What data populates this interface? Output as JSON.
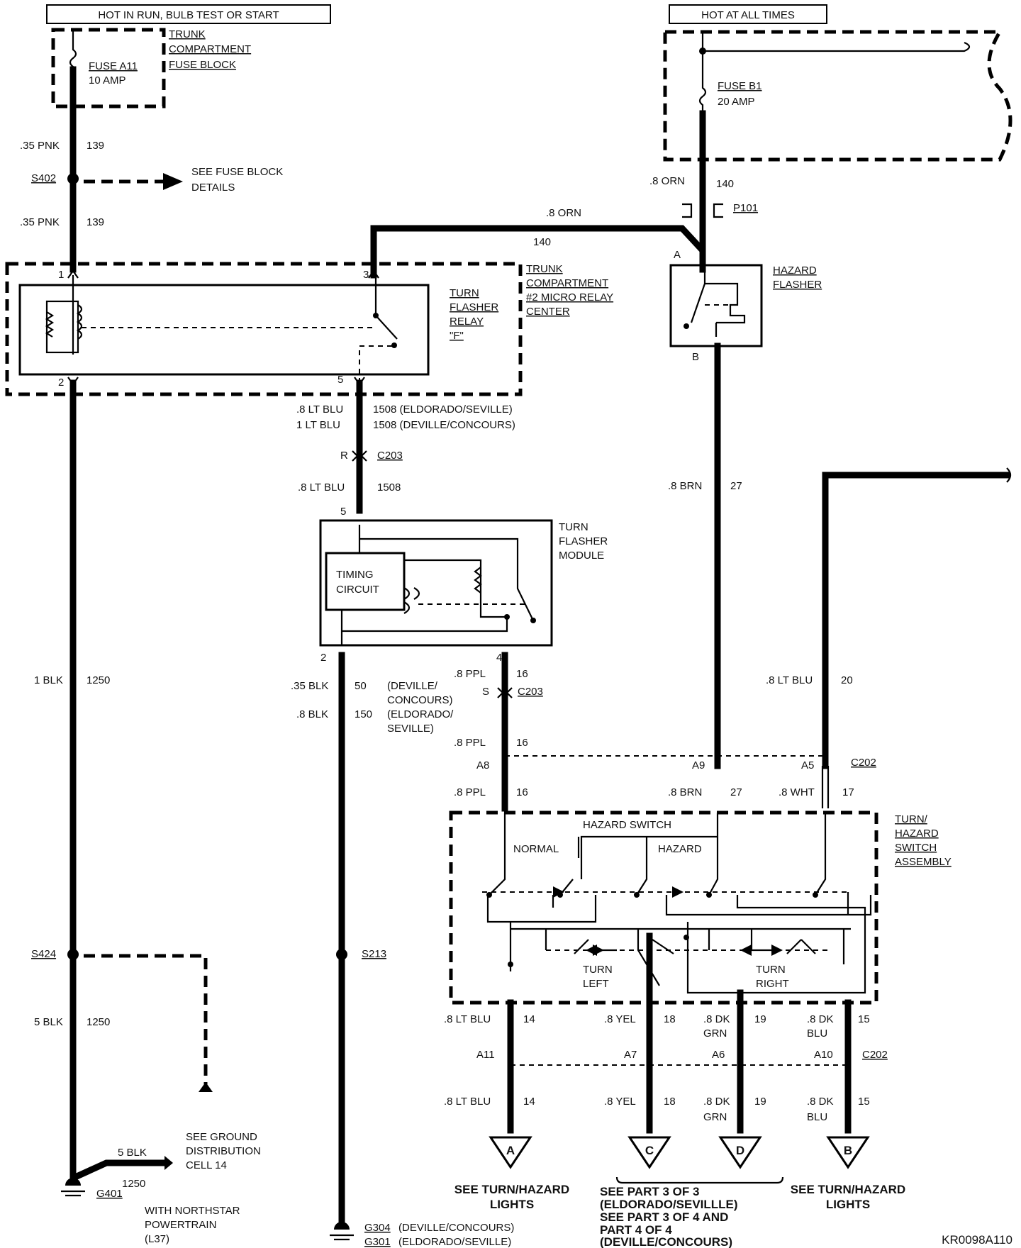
{
  "headers": {
    "hot_run": "HOT IN RUN, BULB TEST OR START",
    "hot_all": "HOT AT ALL TIMES"
  },
  "fuse_block": {
    "l1": "TRUNK",
    "l2": "COMPARTMENT",
    "l3": "FUSE BLOCK"
  },
  "fuse_a11": {
    "name": "FUSE A11",
    "rating": "10 AMP"
  },
  "fuse_b1": {
    "name": "FUSE B1",
    "rating": "20 AMP"
  },
  "wire_139_a": {
    "gauge": ".35 PNK",
    "circuit": "139"
  },
  "wire_139_b": {
    "gauge": ".35 PNK",
    "circuit": "139"
  },
  "s402": {
    "label": "S402",
    "see1": "SEE FUSE BLOCK",
    "see2": "DETAILS"
  },
  "wire_140_top": {
    "gauge": ".8 ORN",
    "circuit": "140"
  },
  "wire_140_h": {
    "gauge": ".8 ORN",
    "circuit": "140"
  },
  "p101": "P101",
  "micro_relay": {
    "l1": "TRUNK",
    "l2": "COMPARTMENT",
    "l3": "#2 MICRO RELAY",
    "l4": "CENTER"
  },
  "turn_relay": {
    "l1": "TURN",
    "l2": "FLASHER",
    "l3": "RELAY",
    "l4": "\"F\""
  },
  "relay_pins": {
    "p1": "1",
    "p2": "2",
    "p3": "3",
    "p5": "5"
  },
  "hazard_flasher": {
    "l1": "HAZARD",
    "l2": "FLASHER",
    "pa": "A",
    "pb": "B"
  },
  "wire_1508": {
    "g1": ".8 LT BLU",
    "c1": "1508 (ELDORADO/SEVILLE)",
    "g2": "1 LT BLU",
    "c2": "1508 (DEVILLE/CONCOURS)"
  },
  "c203_r": {
    "pin": "R",
    "label": "C203"
  },
  "wire_1508_b": {
    "gauge": ".8 LT BLU",
    "circuit": "1508"
  },
  "wire_27": {
    "gauge": ".8 BRN",
    "circuit": "27"
  },
  "module": {
    "l1": "TURN",
    "l2": "FLASHER",
    "l3": "MODULE",
    "pin5": "5",
    "pin2": "2",
    "pin4": "4",
    "timing1": "TIMING",
    "timing2": "CIRCUIT"
  },
  "wire_1250": {
    "gauge": "1 BLK",
    "circuit": "1250"
  },
  "wire_50": {
    "gauge": ".35 BLK",
    "circuit": "50",
    "n1": "(DEVILLE/",
    "n2": "CONCOURS)"
  },
  "wire_150": {
    "gauge": ".8 BLK",
    "circuit": "150",
    "n1": "(ELDORADO/",
    "n2": "SEVILLE)"
  },
  "wire_16_a": {
    "gauge": ".8 PPL",
    "circuit": "16"
  },
  "c203_s": {
    "pin": "S",
    "label": "C203"
  },
  "wire_20": {
    "gauge": ".8 LT BLU",
    "circuit": "20"
  },
  "wire_16_b": {
    "gauge": ".8 PPL",
    "circuit": "16"
  },
  "c202_top": {
    "a8": "A8",
    "a9": "A9",
    "a5": "A5",
    "label": "C202"
  },
  "wire_16_c": {
    "gauge": ".8 PPL",
    "circuit": "16"
  },
  "wire_27_b": {
    "gauge": ".8 BRN",
    "circuit": "27"
  },
  "wire_17": {
    "gauge": ".8 WHT",
    "circuit": "17"
  },
  "switch": {
    "hazard_switch": "HAZARD SWITCH",
    "normal": "NORMAL",
    "hazard": "HAZARD",
    "turn_left1": "TURN",
    "turn_left2": "LEFT",
    "turn_right1": "TURN",
    "turn_right2": "RIGHT"
  },
  "switch_assy": {
    "l1": "TURN/",
    "l2": "HAZARD",
    "l3": "SWITCH",
    "l4": "ASSEMBLY"
  },
  "s424": "S424",
  "s213": "S213",
  "wire_5blk": {
    "gauge": "5 BLK",
    "circuit": "1250"
  },
  "ground_note": {
    "l1": "SEE GROUND",
    "l2": "DISTRIBUTION",
    "l3": "CELL 14",
    "gauge": "5 BLK",
    "circuit": "1250"
  },
  "g401": {
    "label": "G401",
    "n1": "WITH NORTHSTAR",
    "n2": "POWERTRAIN",
    "n3": "(L37)"
  },
  "g304": {
    "label": "G304",
    "note": "(DEVILLE/CONCOURS)"
  },
  "g301": {
    "label": "G301",
    "note": "(ELDORADO/SEVILLE)"
  },
  "out_14": {
    "gauge": ".8 LT BLU",
    "circuit": "14"
  },
  "out_18": {
    "gauge": ".8 YEL",
    "circuit": "18"
  },
  "out_19": {
    "gauge1": ".8 DK",
    "gauge2": "GRN",
    "circuit": "19"
  },
  "out_15": {
    "gauge1": ".8 DK",
    "gauge2": "BLU",
    "circuit": "15"
  },
  "c202_bot": {
    "a11": "A11",
    "a7": "A7",
    "a6": "A6",
    "a10": "A10",
    "label": "C202"
  },
  "out_14_b": {
    "gauge": ".8 LT BLU",
    "circuit": "14"
  },
  "out_18_b": {
    "gauge": ".8 YEL",
    "circuit": "18"
  },
  "out_19_b": {
    "gauge1": ".8 DK",
    "gauge2": "GRN",
    "circuit": "19"
  },
  "out_15_b": {
    "gauge1": ".8 DK",
    "gauge2": "BLU",
    "circuit": "15"
  },
  "conn": {
    "a": "A",
    "b": "B",
    "c": "C",
    "d": "D"
  },
  "see_a": {
    "l1": "SEE TURN/HAZARD",
    "l2": "LIGHTS"
  },
  "see_b": {
    "l1": "SEE TURN/HAZARD",
    "l2": "LIGHTS"
  },
  "see_cd": {
    "l1": "SEE PART 3 OF 3",
    "l2": "(ELDORADO/SEVILLLE)",
    "l3": "SEE PART 3 OF 4  AND",
    "l4": "PART 4 OF 4",
    "l5": "(DEVILLE/CONCOURS)"
  },
  "code": "KR0098A110"
}
